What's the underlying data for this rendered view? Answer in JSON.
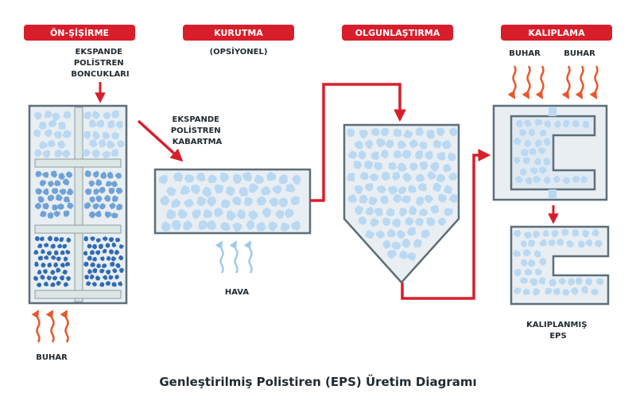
{
  "colors": {
    "stage_red": "#d81e2b",
    "outline": "#5d6e78",
    "container_fill": "#e9eef2",
    "bar_fill": "#dce6e4",
    "bead_light": "#b9d8f2",
    "bead_mid": "#6fa2d6",
    "bead_dark": "#2f6bb4",
    "steam": "#e8562a",
    "air": "#9fcbe9",
    "text": "#1f2a30"
  },
  "stages": [
    {
      "label": "ÖN-ŞİŞİRME"
    },
    {
      "label": "KURUTMA"
    },
    {
      "label": "OLGUNLAŞTIRMA"
    },
    {
      "label": "KALIPLAMA"
    }
  ],
  "labels": {
    "beads": [
      "EKSPANDE",
      "POLİSTREN",
      "BONCUKLARI"
    ],
    "optional": "(OPSİYONEL)",
    "puff": [
      "EKSPANDE",
      "POLİSTREN",
      "KABARTMA"
    ],
    "steam_left": "BUHAR",
    "steam_right": "BUHAR",
    "steam_bottom": "BUHAR",
    "air": "HAVA",
    "molded": [
      "KALIPLANMIŞ",
      "EPS"
    ]
  },
  "caption": "Genleştirilmiş Polistiren (EPS) Üretim Diagramı"
}
